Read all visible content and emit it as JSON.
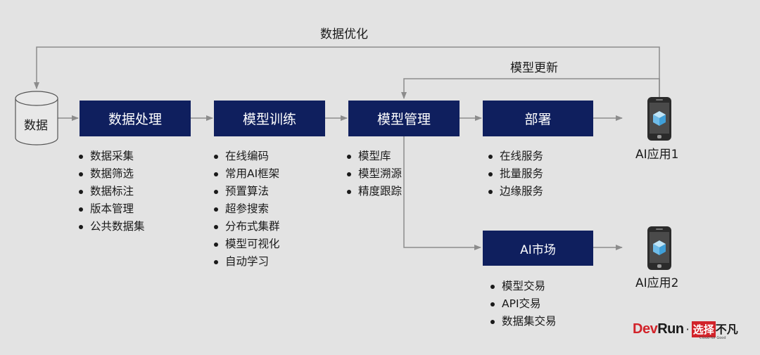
{
  "top_labels": {
    "data_optimize": "数据优化",
    "model_update": "模型更新"
  },
  "data_store": {
    "label": "数据"
  },
  "stages": [
    {
      "label": "数据处理",
      "items": [
        "数据采集",
        "数据筛选",
        "数据标注",
        "版本管理",
        "公共数据集"
      ]
    },
    {
      "label": "模型训练",
      "items": [
        "在线编码",
        "常用AI框架",
        "预置算法",
        "超参搜索",
        "分布式集群",
        "模型可视化",
        "自动学习"
      ]
    },
    {
      "label": "模型管理",
      "items": [
        "模型库",
        "模型溯源",
        "精度跟踪"
      ]
    },
    {
      "label": "部署",
      "items": [
        "在线服务",
        "批量服务",
        "边缘服务"
      ]
    }
  ],
  "market": {
    "label": "AI市场",
    "items": [
      "模型交易",
      "API交易",
      "数据集交易"
    ]
  },
  "apps": [
    "AI应用1",
    "AI应用2"
  ],
  "logo": {
    "dev": "Dev",
    "run": "Run",
    "dot": "·",
    "select": "选择",
    "buf": "不凡",
    "tagline": "Cloud for Good"
  },
  "colors": {
    "box": "#0f1f5e",
    "background": "#e3e3e3",
    "line": "#8c8c8c",
    "cube": "#7ec6ee",
    "logo_red": "#d2232a"
  }
}
